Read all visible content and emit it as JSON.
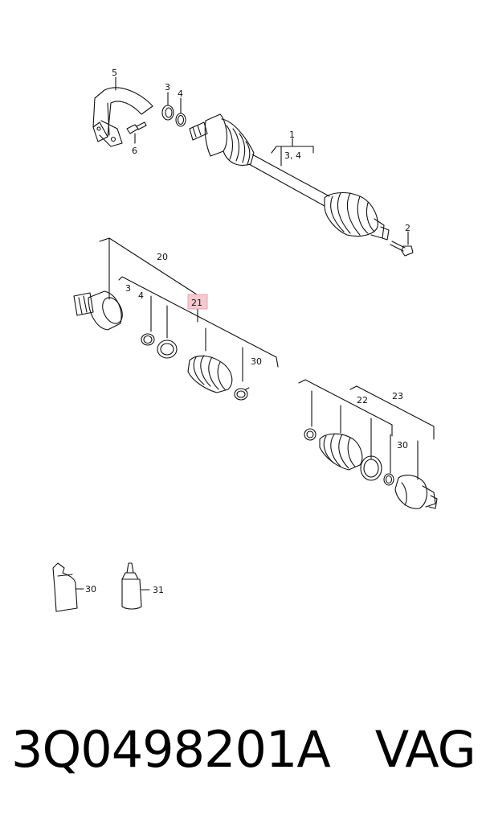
{
  "labels": {
    "l5": "5",
    "l3a": "3",
    "l4a": "4",
    "l6": "6",
    "l1": "1",
    "l34": "3, 4",
    "l2": "2",
    "l20": "20",
    "l3b": "3",
    "l4b": "4",
    "l21": "21",
    "l30a": "30",
    "l22": "22",
    "l23": "23",
    "l30b": "30",
    "l30c": "30",
    "l31": "31"
  },
  "part_number": "3Q0498201A",
  "brand": "VAG"
}
